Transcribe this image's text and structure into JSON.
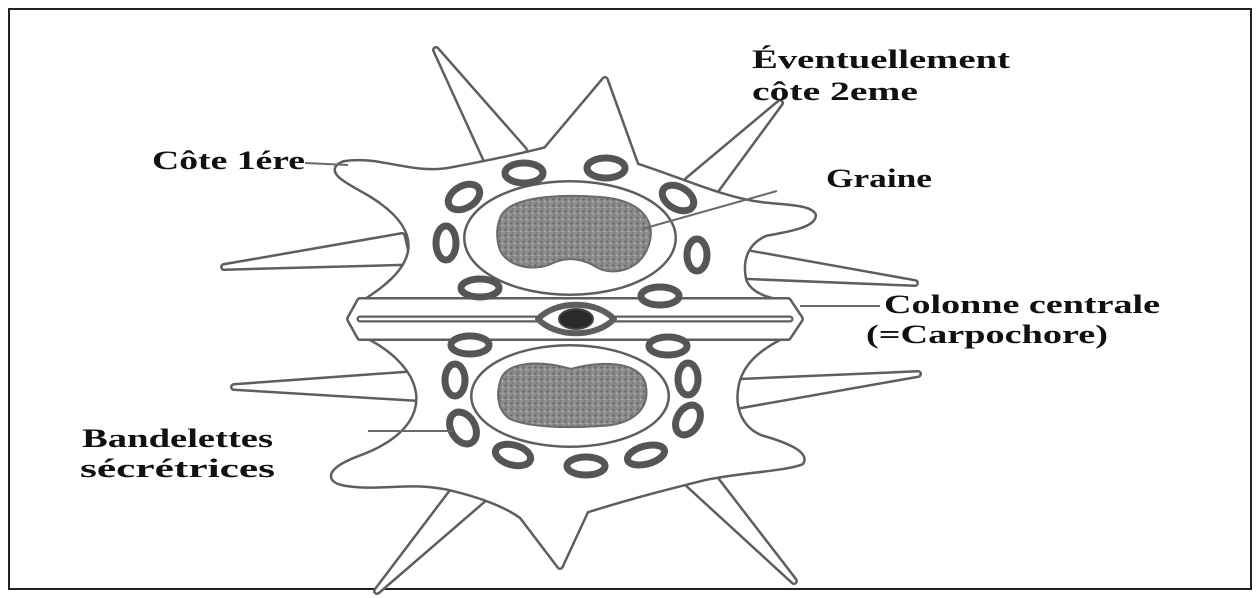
{
  "labels": {
    "secondary_rib": {
      "line1": "Éventuellement",
      "line2": "côte 2eme"
    },
    "primary_rib": "Côte 1ére",
    "seed": "Graine",
    "central_column": {
      "line1": "Colonne centrale",
      "line2": "(=Carpochore)"
    },
    "secretory_canals": {
      "line1": "Bandelettes",
      "line2": "sécrétrices"
    }
  },
  "colors": {
    "ink": "#111111",
    "outline": "#5e5e5e",
    "seed_fill": "#8c8c8c",
    "background": "#ffffff"
  }
}
